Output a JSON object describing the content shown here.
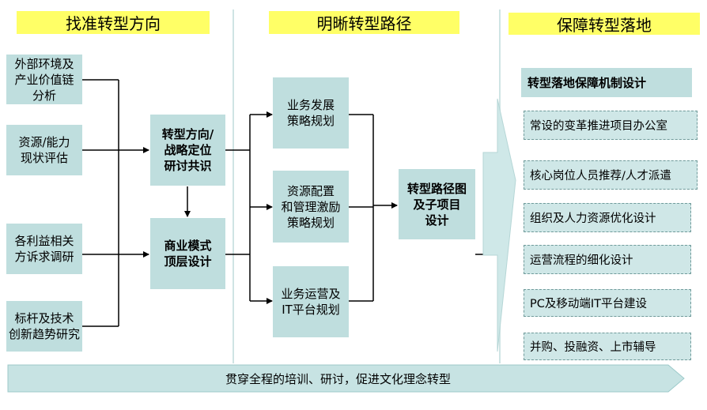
{
  "phases": [
    {
      "title": "找准转型方向"
    },
    {
      "title": "明晰转型路径"
    },
    {
      "title": "保障转型落地"
    }
  ],
  "analysis_inputs": [
    {
      "lines": [
        "外部环境及",
        "产业价值链",
        "分析"
      ]
    },
    {
      "lines": [
        "资源/能力",
        "现状评估"
      ]
    },
    {
      "lines": [
        "各利益相关",
        "方诉求调研"
      ]
    },
    {
      "lines": [
        "标杆及技术",
        "创新趋势研究"
      ]
    }
  ],
  "direction_outputs": [
    {
      "lines": [
        "转型方向/",
        "战略定位",
        "研讨共识"
      ]
    },
    {
      "lines": [
        "商业模式",
        "顶层设计"
      ]
    }
  ],
  "path_strategies": [
    {
      "lines": [
        "业务发展",
        "策略规划"
      ]
    },
    {
      "lines": [
        "资源配置",
        "和管理激励",
        "策略规划"
      ]
    },
    {
      "lines": [
        "业务运营及",
        "IT平台规划"
      ]
    }
  ],
  "roadmap": {
    "lines": [
      "转型路径图",
      "及子项目",
      "设计"
    ]
  },
  "guarantee": {
    "title": "转型落地保障机制设计",
    "items": [
      "常设的变革推进项目办公室",
      "核心岗位人员推荐/人才派遣",
      "组织及人力资源优化设计",
      "运营流程的细化设计",
      "PC及移动端IT平台建设",
      "并购、投融资、上市辅导"
    ]
  },
  "footer": {
    "text": "贯穿全程的培训、研讨，促进文化理念转型"
  },
  "colors": {
    "header": "#ffff66",
    "box": "#bfdede",
    "arrow": "#cfe8e8",
    "line": "#000000"
  }
}
